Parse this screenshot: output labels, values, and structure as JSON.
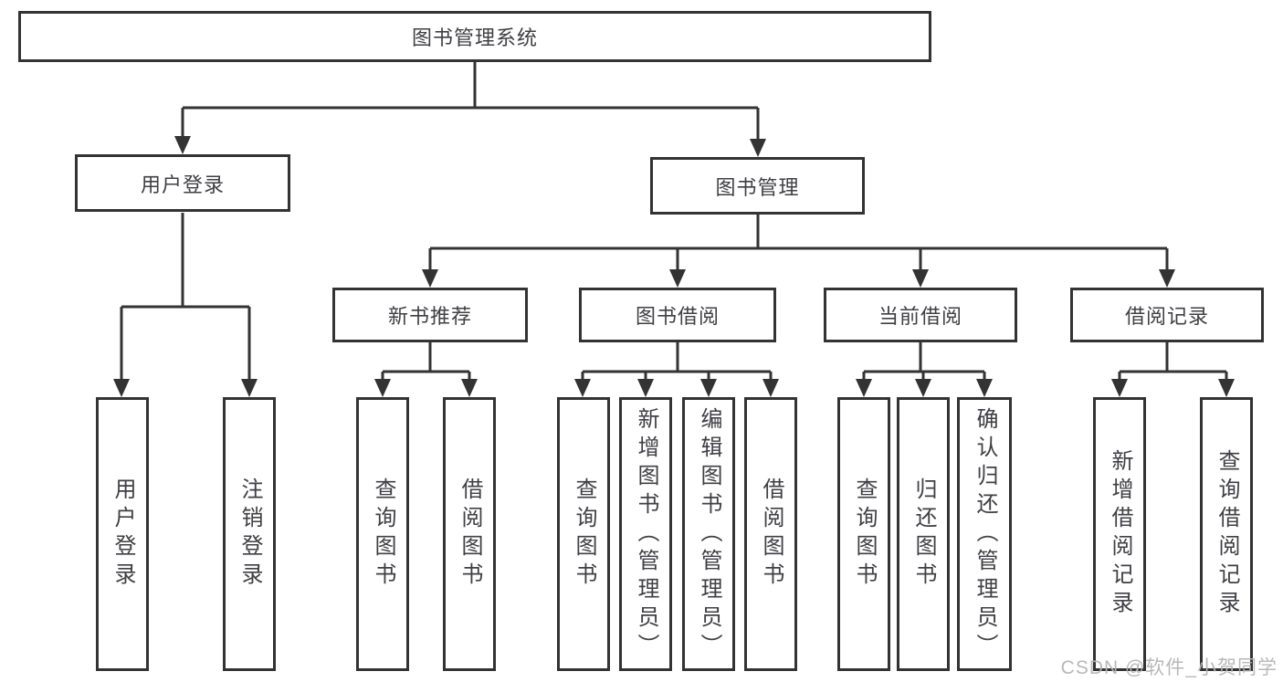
{
  "diagram": {
    "root": {
      "label": "图书管理系统"
    },
    "level2": [
      {
        "label": "用户登录"
      },
      {
        "label": "图书管理"
      }
    ],
    "level3": [
      {
        "label": "新书推荐"
      },
      {
        "label": "图书借阅"
      },
      {
        "label": "当前借阅"
      },
      {
        "label": "借阅记录"
      }
    ],
    "leaves": {
      "user_login": [
        "用户登录",
        "注销登录"
      ],
      "new_book_recommend": [
        "查询图书",
        "借阅图书"
      ],
      "book_borrow": [
        "查询图书",
        "新增图书（管理员）",
        "编辑图书（管理员）",
        "借阅图书"
      ],
      "current_borrow": [
        "查询图书",
        "归还图书",
        "确认归还（管理员）"
      ],
      "borrow_records": [
        "新增借阅记录",
        "查询借阅记录"
      ]
    }
  },
  "watermark": {
    "text": "CSDN @软件_小贺同学"
  },
  "colors": {
    "line": "#333333",
    "text": "#3f3f44",
    "watermark": "#b5b5b8",
    "background": "#ffffff"
  }
}
